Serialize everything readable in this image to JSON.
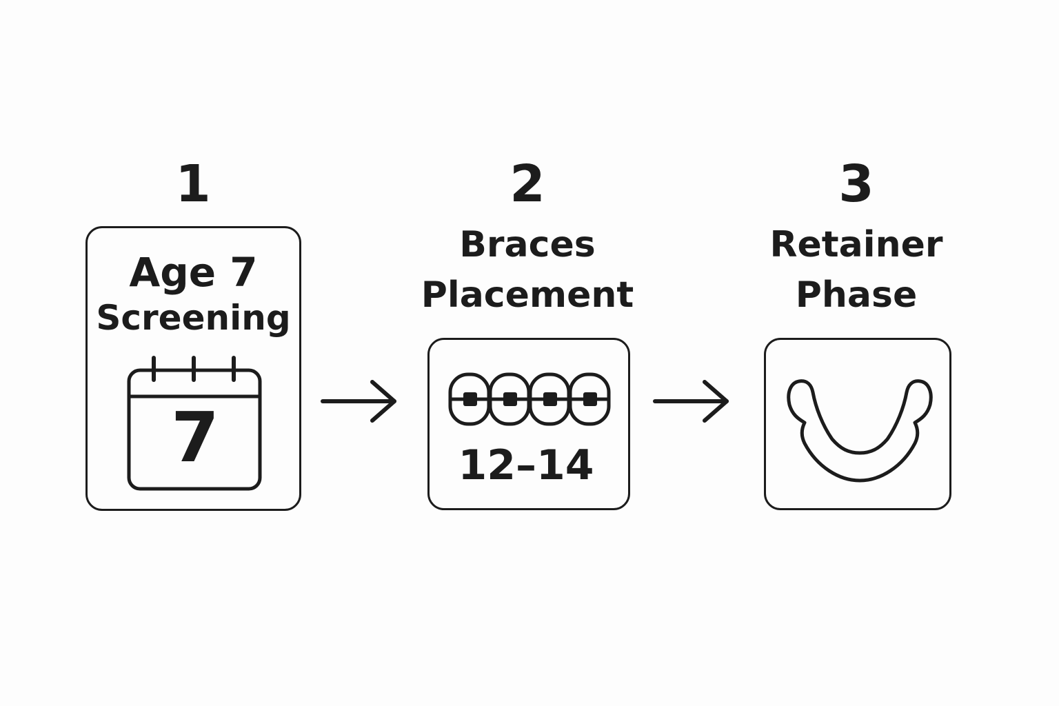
{
  "steps": [
    {
      "number": "1",
      "title_lines": [
        "Age 7",
        "Screening"
      ],
      "icon": "calendar-icon",
      "icon_value": "7"
    },
    {
      "number": "2",
      "title_lines": [
        "Braces",
        "Placement"
      ],
      "icon": "braces-icon",
      "range_label": "12–14"
    },
    {
      "number": "3",
      "title_lines": [
        "Retainer",
        "Phase"
      ],
      "icon": "retainer-icon"
    }
  ],
  "connectors": [
    "arrow-right-icon",
    "arrow-right-icon"
  ],
  "colors": {
    "ink": "#1c1c1c",
    "background": "#fdfdfd"
  }
}
